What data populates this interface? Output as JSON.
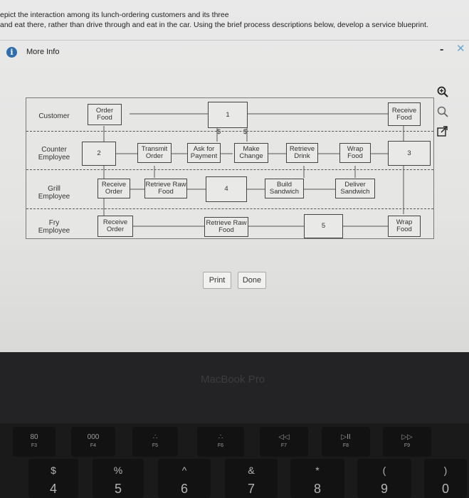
{
  "question": {
    "line1": "epict the interaction among its lunch-ordering customers and its three",
    "line2": "and eat there, rather than drive through and eat in the car. Using the brief process descriptions below, develop a service blueprint."
  },
  "info_panel": {
    "title": "More Info",
    "info_glyph": "i",
    "minimize_glyph": "-",
    "close_glyph": "✕"
  },
  "icons": [
    "info-icon",
    "zoom-in-icon",
    "zoom-out-icon",
    "popout-icon",
    "minimize-icon",
    "close-icon"
  ],
  "blueprint": {
    "lanes": [
      {
        "label": "Customer"
      },
      {
        "label": "Counter Employee"
      },
      {
        "label": "Grill Employee"
      },
      {
        "label": "Fry Employee"
      }
    ],
    "boxes": {
      "order_food": "Order Food",
      "blank_1": "1",
      "receive_food": "Receive Food",
      "blank_2": "2",
      "transmit_order": "Transmit Order",
      "ask_payment": "Ask for Payment",
      "make_change": "Make Change",
      "retrieve_drink": "Retrieve Drink",
      "wrap_food_counter": "Wrap Food",
      "blank_3": "3",
      "receive_order_grill": "Receive Order",
      "retrieve_raw_grill": "Retrieve Raw Food",
      "blank_4": "4",
      "build_sandwich": "Build Sandwich",
      "deliver_sandwich": "Deliver Sandwich",
      "receive_order_fry": "Receive Order",
      "retrieve_raw_fry": "Retrieve Raw Food",
      "blank_5": "5",
      "wrap_food_fry": "Wrap Food"
    },
    "money_1": "$",
    "money_2": "$"
  },
  "buttons": {
    "print": "Print",
    "done": "Done"
  },
  "laptop": {
    "brand": "MacBook Pro",
    "fkeys": [
      {
        "glyph": "80",
        "label": "F3"
      },
      {
        "glyph": "000",
        "label": "F4"
      },
      {
        "glyph": "∴",
        "label": "F5"
      },
      {
        "glyph": "∴",
        "label": "F6"
      },
      {
        "glyph": "◁◁",
        "label": "F7"
      },
      {
        "glyph": "▷II",
        "label": "F8"
      },
      {
        "glyph": "▷▷",
        "label": "F9"
      }
    ],
    "numkeys": [
      {
        "sym": "$",
        "digit": "4"
      },
      {
        "sym": "%",
        "digit": "5"
      },
      {
        "sym": "^",
        "digit": "6"
      },
      {
        "sym": "&",
        "digit": "7"
      },
      {
        "sym": "*",
        "digit": "8"
      },
      {
        "sym": "(",
        "digit": "9"
      },
      {
        "sym": ")",
        "digit": "0"
      }
    ]
  }
}
